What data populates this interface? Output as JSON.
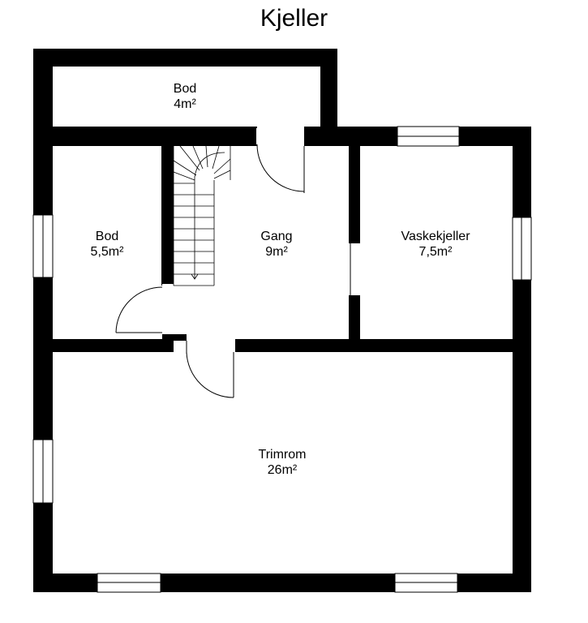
{
  "title": "Kjeller",
  "rooms": [
    {
      "key": "bod_top",
      "name": "Bod",
      "area": "4m²"
    },
    {
      "key": "bod_left",
      "name": "Bod",
      "area": "5,5m²"
    },
    {
      "key": "gang",
      "name": "Gang",
      "area": "9m²"
    },
    {
      "key": "vaskekjeller",
      "name": "Vaskekjeller",
      "area": "7,5m²"
    },
    {
      "key": "trimrom",
      "name": "Trimrom",
      "area": "26m²"
    }
  ],
  "colors": {
    "wall": "#000000",
    "floor": "#ffffff",
    "window": "#ffffff",
    "line": "#000000"
  }
}
